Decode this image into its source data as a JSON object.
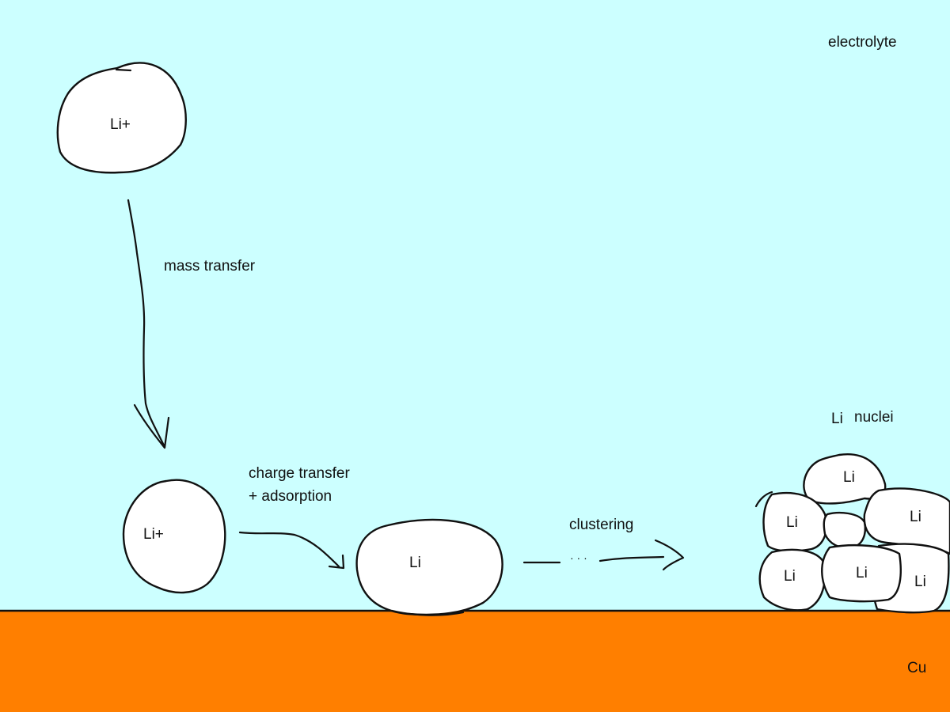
{
  "colors": {
    "electrolyte": "#ccffff",
    "copper": "#ff7f00",
    "particle_fill": "#ffffff",
    "outline": "#111111"
  },
  "labels": {
    "electrolyte": "electrolyte",
    "copper": "Cu",
    "ion_top": "Li+",
    "ion_bottom": "Li+",
    "adsorbed_atom": "Li",
    "mass_transfer": "mass transfer",
    "charge_transfer_line1": "charge transfer",
    "charge_transfer_line2": "+ adsorption",
    "clustering": "clustering",
    "ellipsis": "· · ·",
    "nuclei_prefix": "Li",
    "nuclei": "nuclei",
    "nucleus_atoms": [
      "Li",
      "Li",
      "Li",
      "Li",
      "Li",
      "Li"
    ]
  }
}
